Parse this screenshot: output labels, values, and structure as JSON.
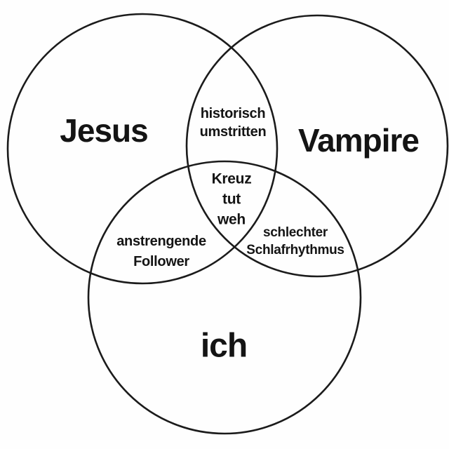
{
  "colors": {
    "background": "#fefefe",
    "circle_stroke": "#1b1b1b",
    "text": "#141414"
  },
  "diagram": {
    "type": "venn",
    "sets": [
      {
        "id": "jesus",
        "label": "Jesus"
      },
      {
        "id": "vampire",
        "label": "Vampire"
      },
      {
        "id": "ich",
        "label": "ich"
      }
    ],
    "intersections": [
      {
        "sets": [
          "Jesus",
          "Vampire"
        ],
        "lines": [
          "historisch",
          "umstritten"
        ]
      },
      {
        "sets": [
          "Jesus",
          "Vampire",
          "ich"
        ],
        "lines": [
          "Kreuz",
          "tut",
          "weh"
        ]
      },
      {
        "sets": [
          "Jesus",
          "ich"
        ],
        "lines": [
          "anstrengende",
          "Follower"
        ]
      },
      {
        "sets": [
          "Vampire",
          "ich"
        ],
        "lines": [
          "schlechter",
          "Schlafrhythmus"
        ]
      }
    ]
  }
}
